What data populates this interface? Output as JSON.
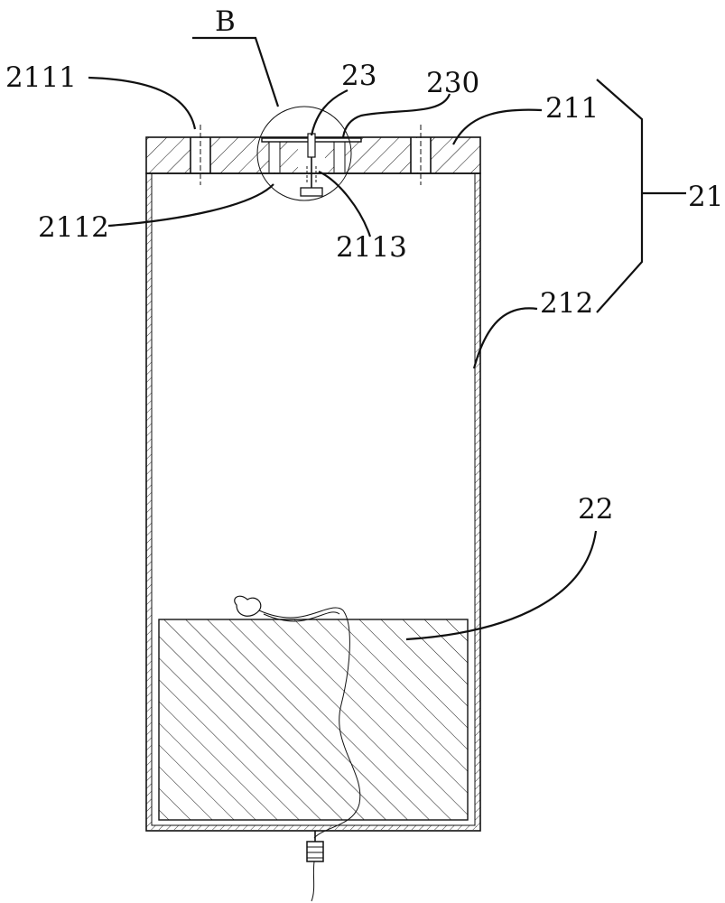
{
  "figure": {
    "labels": {
      "b": "B",
      "l2111": "2111",
      "l23": "23",
      "l230": "230",
      "l211": "211",
      "l21": "21",
      "l2112": "2112",
      "l2113": "2113",
      "l212": "212",
      "l22": "22"
    }
  }
}
